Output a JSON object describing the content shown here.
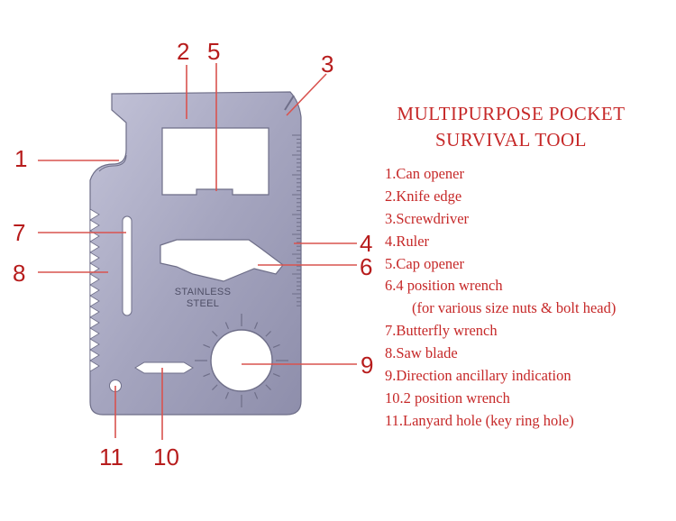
{
  "title": {
    "line1": "MULTIPURPOSE POCKET",
    "line2": "SURVIVAL TOOL"
  },
  "card_text": {
    "line1": "STAINLESS",
    "line2": "STEEL"
  },
  "callouts": [
    "1",
    "2",
    "3",
    "4",
    "5",
    "6",
    "7",
    "8",
    "9",
    "10",
    "11"
  ],
  "legend": [
    "1.Can opener",
    "2.Knife edge",
    "3.Screwdriver",
    "4.Ruler",
    "5.Cap opener",
    "6.4 position wrench",
    "(for various size nuts & bolt head)",
    "7.Butterfly wrench",
    "8.Saw blade",
    "9.Direction ancillary indication",
    "10.2 position wrench",
    "11.Lanyard hole (key ring hole)"
  ],
  "colors": {
    "accent_red": "#c62828",
    "callout_red": "#b71c1c",
    "steel": "#a9a9c1"
  }
}
